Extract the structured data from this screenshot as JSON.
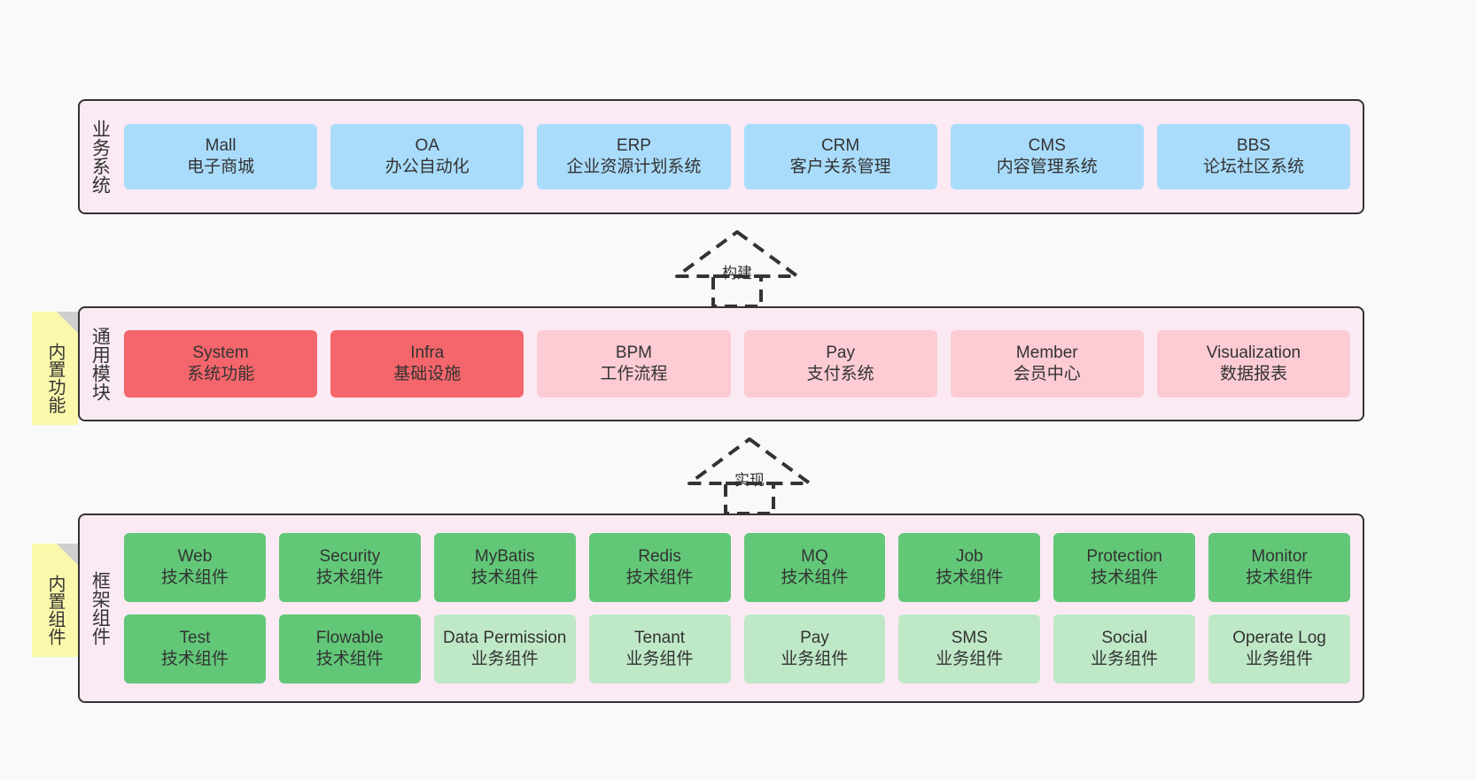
{
  "diagram": {
    "background": "#f9f9f9",
    "layer_fill": "#fbeaf4",
    "layer_border": "#333333",
    "note_fill": "#fbf8ab",
    "colors": {
      "blue": "#a9dcfb",
      "red": "#f4666b",
      "pink": "#fccbd3",
      "green": "#62c878",
      "green_light": "#bfe8c7"
    }
  },
  "layers": [
    {
      "id": "business-system",
      "title": "业务系统",
      "rows": [
        {
          "cards": [
            {
              "title": "Mall",
              "sub": "电子商城",
              "color": "c-blue"
            },
            {
              "title": "OA",
              "sub": "办公自动化",
              "color": "c-blue"
            },
            {
              "title": "ERP",
              "sub": "企业资源计划系统",
              "color": "c-blue"
            },
            {
              "title": "CRM",
              "sub": "客户关系管理",
              "color": "c-blue"
            },
            {
              "title": "CMS",
              "sub": "内容管理系统",
              "color": "c-blue"
            },
            {
              "title": "BBS",
              "sub": "论坛社区系统",
              "color": "c-blue"
            }
          ]
        }
      ]
    },
    {
      "id": "common-module",
      "title": "通用模块",
      "note": "内置功能",
      "rows": [
        {
          "cards": [
            {
              "title": "System",
              "sub": "系统功能",
              "color": "c-red"
            },
            {
              "title": "Infra",
              "sub": "基础设施",
              "color": "c-red"
            },
            {
              "title": "BPM",
              "sub": "工作流程",
              "color": "c-pink"
            },
            {
              "title": "Pay",
              "sub": "支付系统",
              "color": "c-pink"
            },
            {
              "title": "Member",
              "sub": "会员中心",
              "color": "c-pink"
            },
            {
              "title": "Visualization",
              "sub": "数据报表",
              "color": "c-pink"
            }
          ]
        }
      ]
    },
    {
      "id": "framework-component",
      "title": "框架组件",
      "note": "内置组件",
      "rows": [
        {
          "cards": [
            {
              "title": "Web",
              "sub": "技术组件",
              "color": "c-green"
            },
            {
              "title": "Security",
              "sub": "技术组件",
              "color": "c-green"
            },
            {
              "title": "MyBatis",
              "sub": "技术组件",
              "color": "c-green"
            },
            {
              "title": "Redis",
              "sub": "技术组件",
              "color": "c-green"
            },
            {
              "title": "MQ",
              "sub": "技术组件",
              "color": "c-green"
            },
            {
              "title": "Job",
              "sub": "技术组件",
              "color": "c-green"
            },
            {
              "title": "Protection",
              "sub": "技术组件",
              "color": "c-green"
            },
            {
              "title": "Monitor",
              "sub": "技术组件",
              "color": "c-green"
            }
          ]
        },
        {
          "cards": [
            {
              "title": "Test",
              "sub": "技术组件",
              "color": "c-green"
            },
            {
              "title": "Flowable",
              "sub": "技术组件",
              "color": "c-green"
            },
            {
              "title": "Data Permission",
              "sub": "业务组件",
              "color": "c-green-light"
            },
            {
              "title": "Tenant",
              "sub": "业务组件",
              "color": "c-green-light"
            },
            {
              "title": "Pay",
              "sub": "业务组件",
              "color": "c-green-light"
            },
            {
              "title": "SMS",
              "sub": "业务组件",
              "color": "c-green-light"
            },
            {
              "title": "Social",
              "sub": "业务组件",
              "color": "c-green-light"
            },
            {
              "title": "Operate Log",
              "sub": "业务组件",
              "color": "c-green-light"
            }
          ]
        }
      ]
    }
  ],
  "connectors": [
    {
      "id": "build",
      "label": "构建"
    },
    {
      "id": "implement",
      "label": "实现"
    }
  ]
}
